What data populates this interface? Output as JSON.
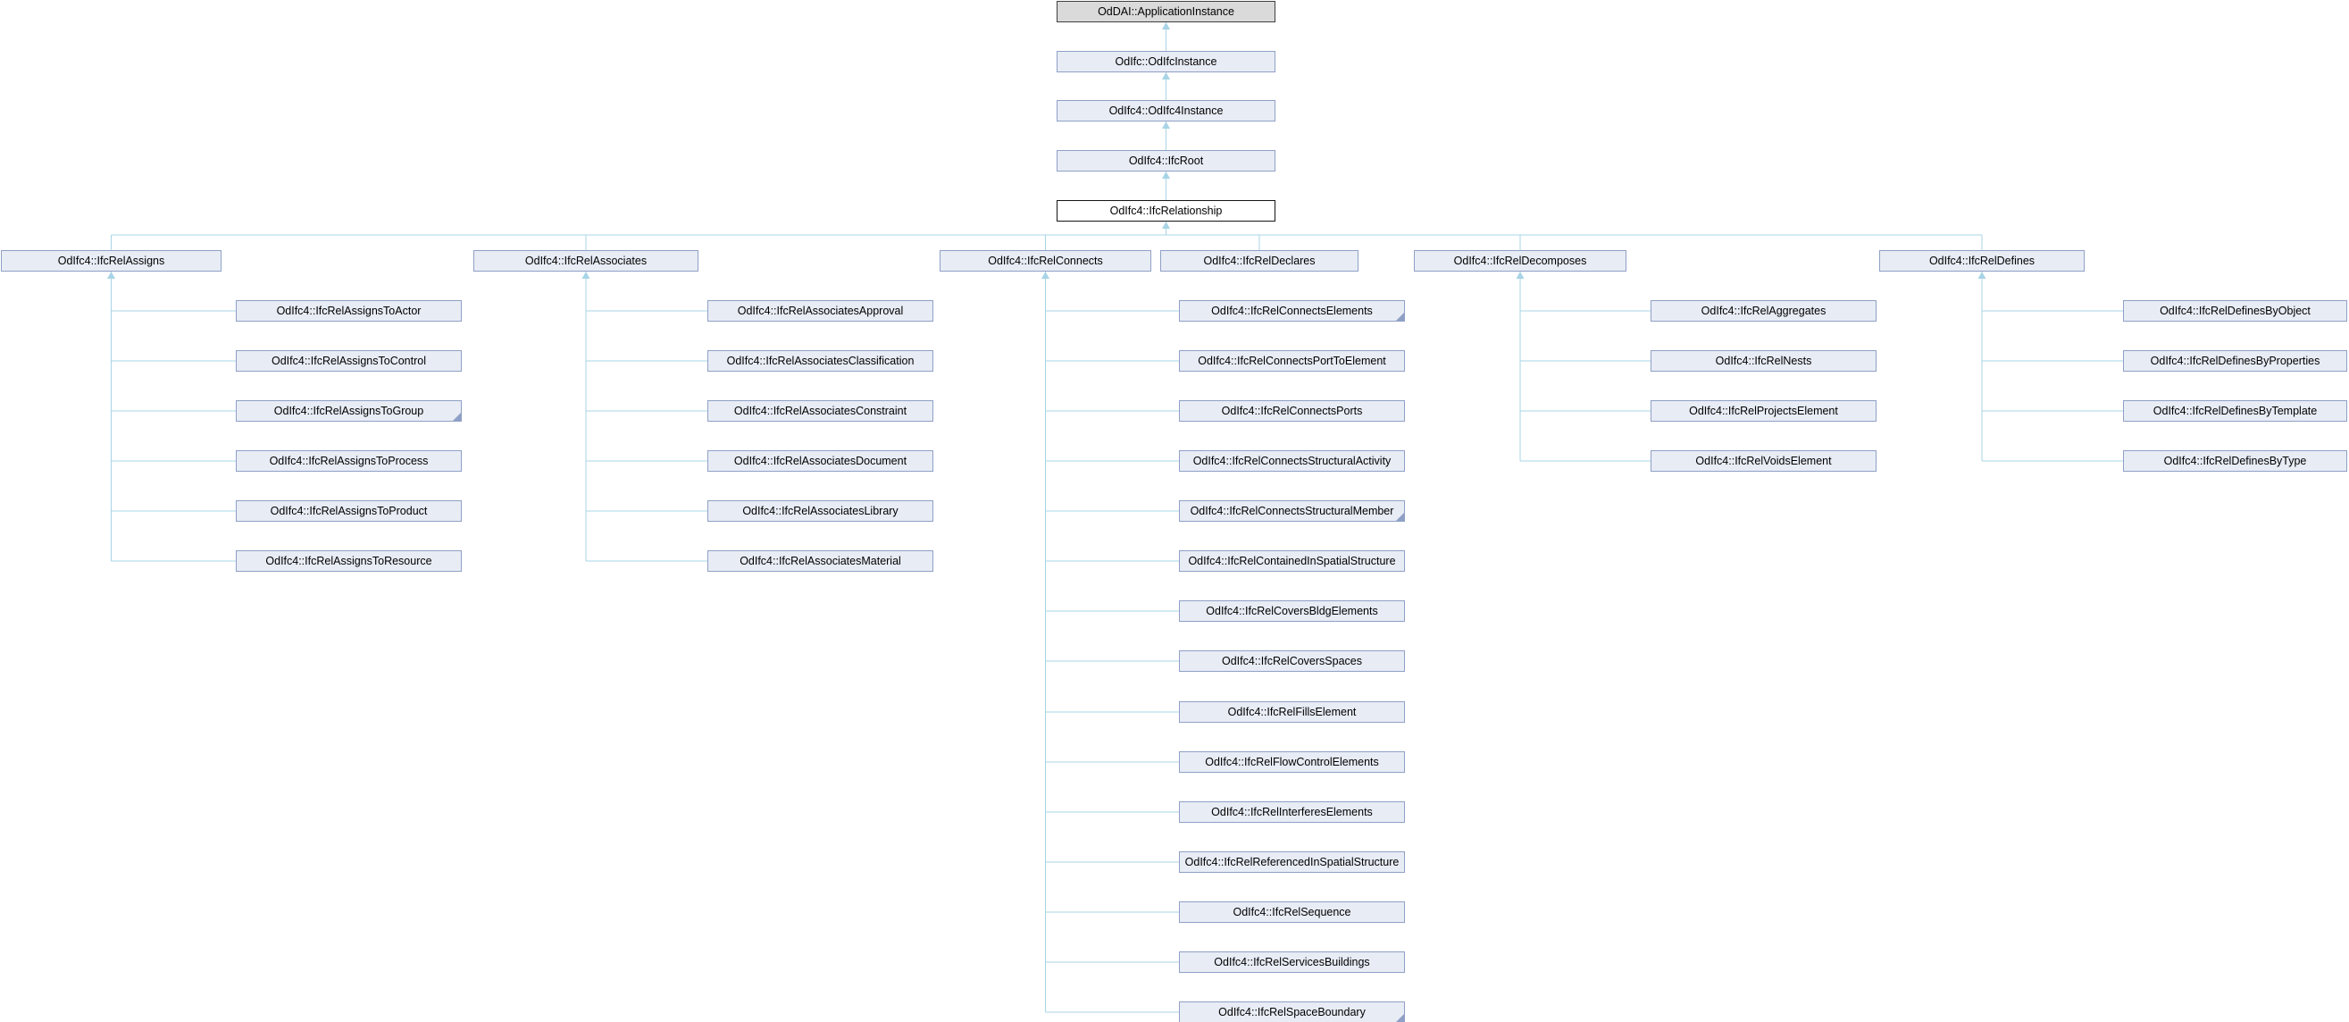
{
  "diagram": {
    "title": "OdIfc4::IfcRelationship inheritance graph",
    "colors": {
      "node_fill": "#e8ecf5",
      "node_border": "#8fa0c6",
      "gray_fill": "#dadada",
      "gray_border": "#3f3f3f",
      "white_fill": "#ffffff",
      "white_border": "#141414",
      "edge": "#a8d4e6",
      "fold": "#8fa0c6",
      "text": "#000000"
    },
    "chain": [
      {
        "label": "OdDAI::ApplicationInstance",
        "style": "gray"
      },
      {
        "label": "OdIfc::OdIfcInstance",
        "style": "blue"
      },
      {
        "label": "OdIfc4::OdIfc4Instance",
        "style": "blue"
      },
      {
        "label": "OdIfc4::IfcRoot",
        "style": "blue"
      },
      {
        "label": "OdIfc4::IfcRelationship",
        "style": "white"
      }
    ],
    "parents": [
      {
        "label": "OdIfc4::IfcRelAssigns",
        "children": [
          {
            "label": "OdIfc4::IfcRelAssignsToActor"
          },
          {
            "label": "OdIfc4::IfcRelAssignsToControl"
          },
          {
            "label": "OdIfc4::IfcRelAssignsToGroup",
            "has_more": true
          },
          {
            "label": "OdIfc4::IfcRelAssignsToProcess"
          },
          {
            "label": "OdIfc4::IfcRelAssignsToProduct"
          },
          {
            "label": "OdIfc4::IfcRelAssignsToResource"
          }
        ]
      },
      {
        "label": "OdIfc4::IfcRelAssociates",
        "children": [
          {
            "label": "OdIfc4::IfcRelAssociatesApproval"
          },
          {
            "label": "OdIfc4::IfcRelAssociatesClassification"
          },
          {
            "label": "OdIfc4::IfcRelAssociatesConstraint"
          },
          {
            "label": "OdIfc4::IfcRelAssociatesDocument"
          },
          {
            "label": "OdIfc4::IfcRelAssociatesLibrary"
          },
          {
            "label": "OdIfc4::IfcRelAssociatesMaterial"
          }
        ]
      },
      {
        "label": "OdIfc4::IfcRelConnects",
        "children": [
          {
            "label": "OdIfc4::IfcRelConnectsElements",
            "has_more": true
          },
          {
            "label": "OdIfc4::IfcRelConnectsPortToElement"
          },
          {
            "label": "OdIfc4::IfcRelConnectsPorts"
          },
          {
            "label": "OdIfc4::IfcRelConnectsStructuralActivity"
          },
          {
            "label": "OdIfc4::IfcRelConnectsStructuralMember",
            "has_more": true
          },
          {
            "label": "OdIfc4::IfcRelContainedInSpatialStructure"
          },
          {
            "label": "OdIfc4::IfcRelCoversBldgElements"
          },
          {
            "label": "OdIfc4::IfcRelCoversSpaces"
          },
          {
            "label": "OdIfc4::IfcRelFillsElement"
          },
          {
            "label": "OdIfc4::IfcRelFlowControlElements"
          },
          {
            "label": "OdIfc4::IfcRelInterferesElements"
          },
          {
            "label": "OdIfc4::IfcRelReferencedInSpatialStructure"
          },
          {
            "label": "OdIfc4::IfcRelSequence"
          },
          {
            "label": "OdIfc4::IfcRelServicesBuildings"
          },
          {
            "label": "OdIfc4::IfcRelSpaceBoundary",
            "has_more": true
          }
        ]
      },
      {
        "label": "OdIfc4::IfcRelDeclares",
        "children": []
      },
      {
        "label": "OdIfc4::IfcRelDecomposes",
        "children": [
          {
            "label": "OdIfc4::IfcRelAggregates"
          },
          {
            "label": "OdIfc4::IfcRelNests"
          },
          {
            "label": "OdIfc4::IfcRelProjectsElement"
          },
          {
            "label": "OdIfc4::IfcRelVoidsElement"
          }
        ]
      },
      {
        "label": "OdIfc4::IfcRelDefines",
        "children": [
          {
            "label": "OdIfc4::IfcRelDefinesByObject"
          },
          {
            "label": "OdIfc4::IfcRelDefinesByProperties"
          },
          {
            "label": "OdIfc4::IfcRelDefinesByTemplate"
          },
          {
            "label": "OdIfc4::IfcRelDefinesByType"
          }
        ]
      }
    ]
  }
}
